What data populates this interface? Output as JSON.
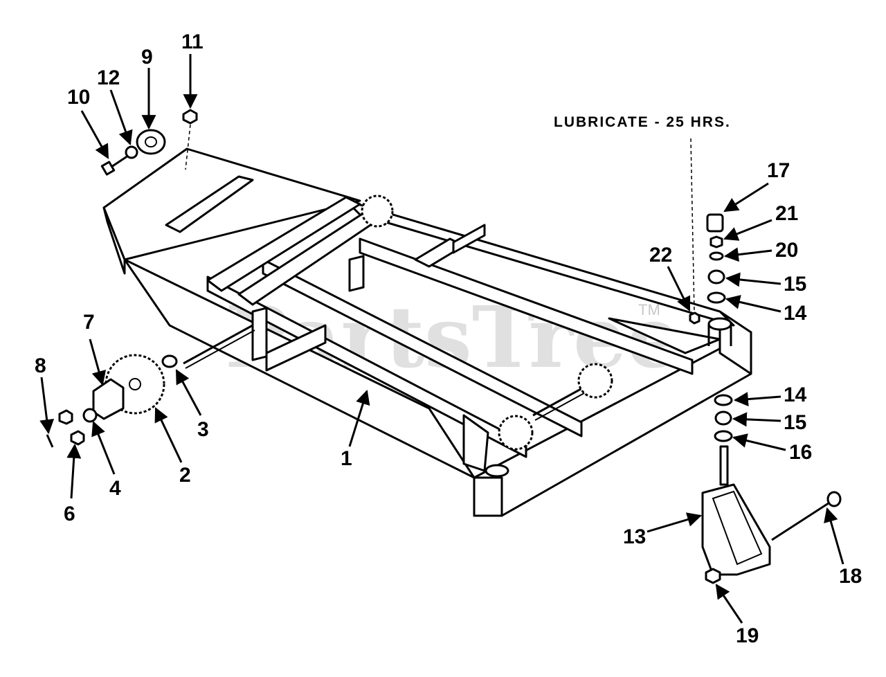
{
  "note": {
    "text": "LUBRICATE - 25 HRS."
  },
  "watermark": {
    "text": "PartsTree",
    "tm": "TM",
    "color": "#c8c8c8"
  },
  "callouts": [
    {
      "label": "1"
    },
    {
      "label": "2"
    },
    {
      "label": "3"
    },
    {
      "label": "4"
    },
    {
      "label": "6"
    },
    {
      "label": "7"
    },
    {
      "label": "8"
    },
    {
      "label": "9"
    },
    {
      "label": "10"
    },
    {
      "label": "11"
    },
    {
      "label": "12"
    },
    {
      "label": "13"
    },
    {
      "label": "14"
    },
    {
      "label": "15"
    },
    {
      "label": "16"
    },
    {
      "label": "17"
    },
    {
      "label": "18"
    },
    {
      "label": "19"
    },
    {
      "label": "20"
    },
    {
      "label": "21"
    },
    {
      "label": "22"
    },
    {
      "label": "14"
    },
    {
      "label": "15"
    }
  ]
}
